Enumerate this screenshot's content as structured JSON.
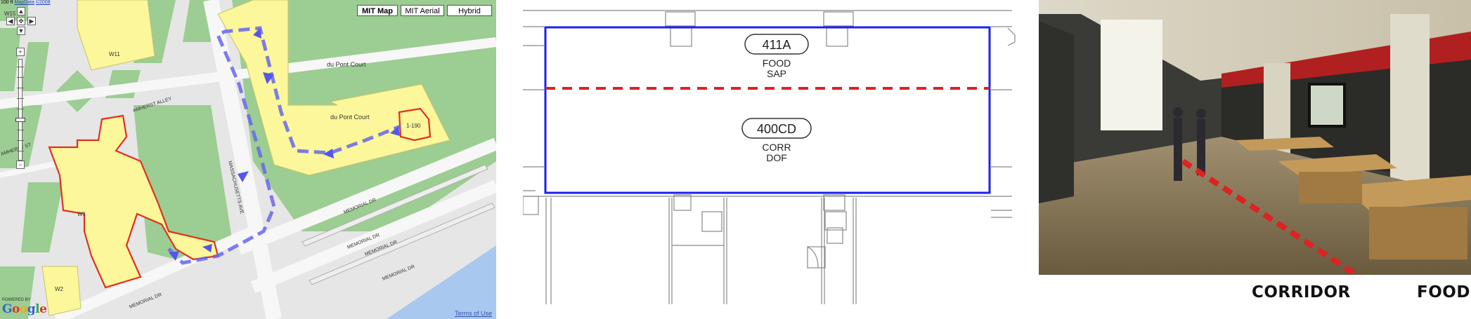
{
  "map": {
    "buttons": [
      {
        "id": "mit-map",
        "label": "MIT Map",
        "active": true
      },
      {
        "id": "mit-aerial",
        "label": "MIT Aerial",
        "active": false
      },
      {
        "id": "hybrid",
        "label": "Hybrid",
        "active": false
      }
    ],
    "credit_prefix": "100 ft",
    "credit_link1": "MapData",
    "credit_link2": "©2008",
    "labels": {
      "w15": "W15",
      "w11": "W11",
      "amherst_alley": "AMHERST ALLEY",
      "amherst_st": "AMHERST ST",
      "w1": "W1",
      "w2": "W2",
      "du_pont_court_1": "du Pont Court",
      "du_pont_court_2": "du Pont Court",
      "building": "1-190",
      "massachusetts_ave": "MASSACHUSETTS AVE",
      "memorial_dr_1": "MEMORIAL DR",
      "memorial_dr_2": "MEMORIAL DR",
      "memorial_dr_3": "MEMORIAL DR",
      "memorial_dr_4": "MEMORIAL DR",
      "memorial_dr_5": "MEMORIAL DR"
    },
    "powered_by": "POWERED BY",
    "google": "Google",
    "terms": "Terms of Use",
    "nav_icons": [
      "arrow-up-icon",
      "arrow-left-icon",
      "pan-center-icon",
      "arrow-right-icon",
      "arrow-down-icon"
    ],
    "zoom_in": "+",
    "zoom_out": "−",
    "colors": {
      "background": "#e6e6e6",
      "road": "#f7f7f7",
      "green": "#9ccd92",
      "building": "#fbf79a",
      "highlight": "#e23020",
      "route": "#6666ee",
      "water": "#a8c8f0"
    }
  },
  "floorplan": {
    "room_top": {
      "number": "411A",
      "line1": "FOOD",
      "line2": "SAP"
    },
    "room_bottom": {
      "number": "400CD",
      "line1": "CORR",
      "line2": "DOF"
    },
    "colors": {
      "outline": "#1a22ee",
      "divider": "#dd2222",
      "walls": "#888888"
    }
  },
  "photo": {
    "label_left": "CORRIDOR",
    "label_right": "FOOD",
    "colors": {
      "divider": "#dd2222",
      "wall_band": "#b02020",
      "floor": "#8a7a5a"
    }
  }
}
